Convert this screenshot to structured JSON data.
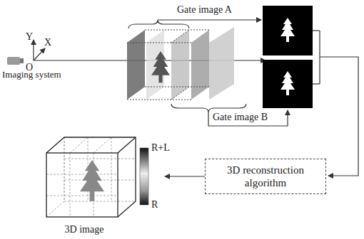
{
  "diagram": {
    "nodes": [
      {
        "text": [
          "3D reconstruction algorithm"
        ]
      },
      {
        "text": [
          "3D image"
        ]
      }
    ],
    "edges": [
      {
        "from": 0,
        "to": 1,
        "arrow": "to"
      }
    ],
    "labels": [
      "Y",
      "X",
      "O",
      "Imaging system",
      "Gate image A",
      "Gate image B",
      "R+L",
      "R"
    ]
  }
}
